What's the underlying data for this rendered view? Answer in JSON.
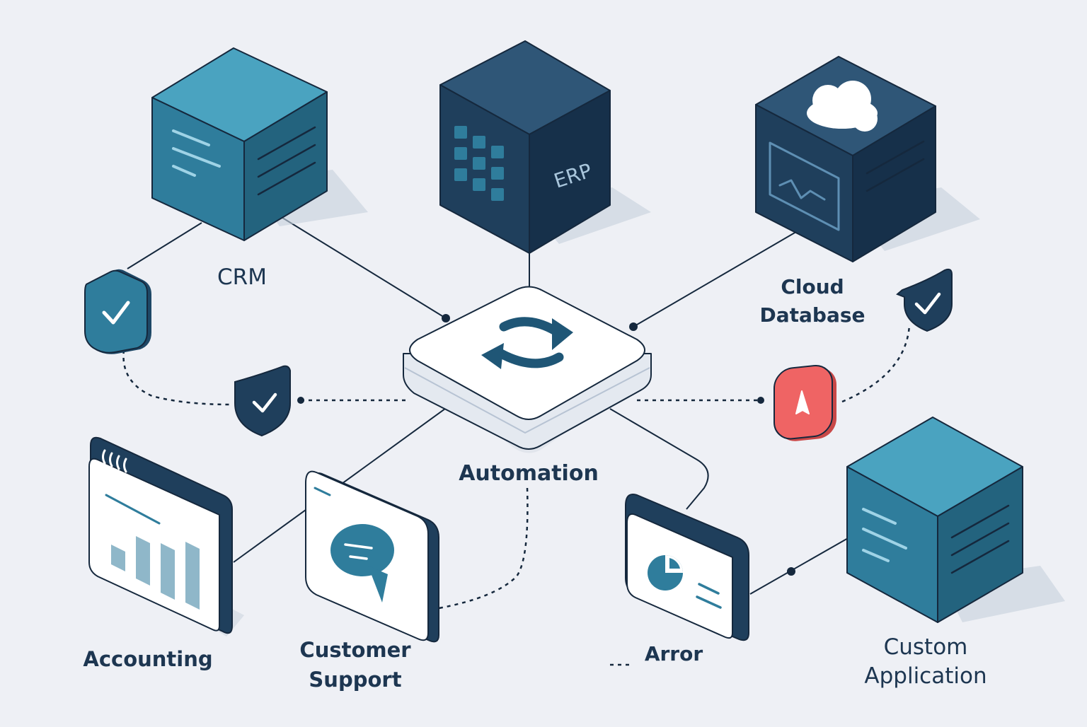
{
  "colors": {
    "background": "#eef0f5",
    "teal": "#2f7d9c",
    "teal_dark": "#23637e",
    "navy": "#1f3f5c",
    "navy_dark": "#16304a",
    "outline": "#15283d",
    "alert_red": "#ef6464",
    "card_white": "#ffffff"
  },
  "nodes": {
    "crm": {
      "label": "CRM"
    },
    "erp": {
      "label": "ERP",
      "face_label": "ERP"
    },
    "cloud_db": {
      "label_line1": "Cloud",
      "label_line2": "Database"
    },
    "automation": {
      "label": "Automation",
      "icon": "sync-icon"
    },
    "accounting": {
      "label": "Accounting",
      "icon": "bar-chart-icon"
    },
    "customer_support": {
      "label_line1": "Customer",
      "label_line2": "Support",
      "icon": "chat-bubble-icon"
    },
    "arror": {
      "label": "Arror",
      "icon": "pie-chart-icon"
    },
    "custom_app": {
      "label_line1": "Custom",
      "label_line2": "Application"
    }
  },
  "badges": {
    "check_left": {
      "icon": "check-icon"
    },
    "check_center": {
      "icon": "check-icon"
    },
    "check_right": {
      "icon": "check-icon"
    },
    "alert": {
      "icon": "alert-icon"
    }
  }
}
